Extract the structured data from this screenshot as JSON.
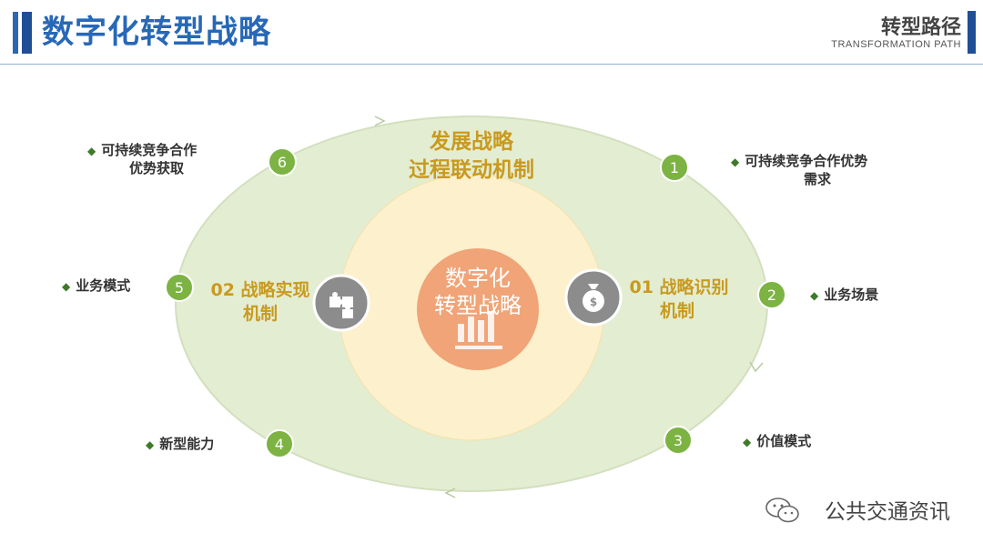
{
  "header": {
    "title": "数字化转型战略",
    "right_title": "转型路径",
    "right_subtitle": "TRANSFORMATION  PATH"
  },
  "diagram": {
    "outer_title_line1": "发展战略",
    "outer_title_line2": "过程联动机制",
    "center_line1": "数字化",
    "center_line2": "转型战略",
    "left_mechanism_line1": "02 战略实现",
    "left_mechanism_line2": "机制",
    "right_mechanism_line1": "01 战略识别",
    "right_mechanism_line2": "机制",
    "nodes": [
      {
        "number": "1",
        "label_line1": "可持续竞争合作优势",
        "label_line2": "需求"
      },
      {
        "number": "2",
        "label_line1": "业务场景",
        "label_line2": ""
      },
      {
        "number": "3",
        "label_line1": "价值模式",
        "label_line2": ""
      },
      {
        "number": "4",
        "label_line1": "新型能力",
        "label_line2": ""
      },
      {
        "number": "5",
        "label_line1": "业务模式",
        "label_line2": ""
      },
      {
        "number": "6",
        "label_line1": "可持续竞争合作",
        "label_line2": "优势获取"
      }
    ],
    "bullet": "◆",
    "colors": {
      "outer_fill": "#e3edd2",
      "outer_stroke": "#cfdcb8",
      "inner_fill": "#fdf0cc",
      "center_fill": "#f0a477",
      "node_fill": "#7cb342",
      "mechanism_circle": "#8c8c8c",
      "title_gold": "#c99a1e"
    },
    "icons": [
      "puzzle-icon",
      "money-bag-icon",
      "bar-chart-icon"
    ]
  },
  "watermark": {
    "text": "公共交通资讯",
    "icon": "wechat-icon"
  }
}
